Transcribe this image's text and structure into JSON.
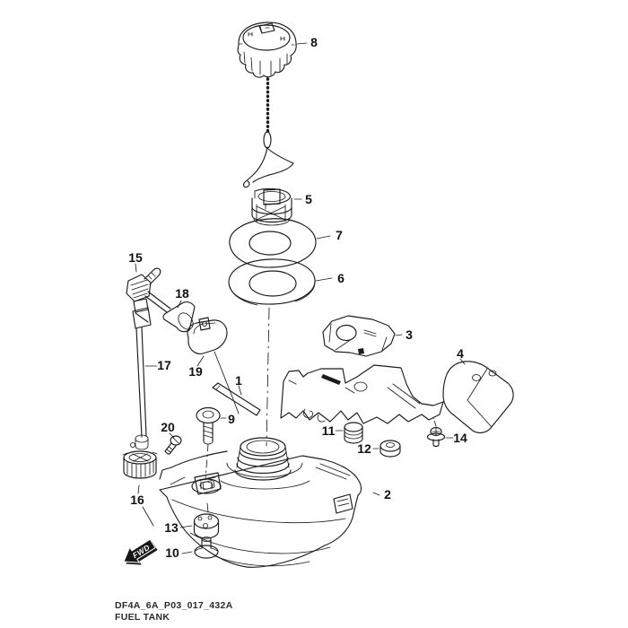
{
  "drawing": {
    "code": "DF4A_6A_P03_017_432A",
    "title": "FUEL TANK",
    "fwd_label": "FWD"
  },
  "parts": [
    {
      "num": "1"
    },
    {
      "num": "2"
    },
    {
      "num": "3"
    },
    {
      "num": "4"
    },
    {
      "num": "5"
    },
    {
      "num": "6"
    },
    {
      "num": "7"
    },
    {
      "num": "8"
    },
    {
      "num": "9"
    },
    {
      "num": "10"
    },
    {
      "num": "11"
    },
    {
      "num": "12"
    },
    {
      "num": "13"
    },
    {
      "num": "14"
    },
    {
      "num": "15"
    },
    {
      "num": "16"
    },
    {
      "num": "17"
    },
    {
      "num": "18"
    },
    {
      "num": "19"
    },
    {
      "num": "20"
    }
  ]
}
